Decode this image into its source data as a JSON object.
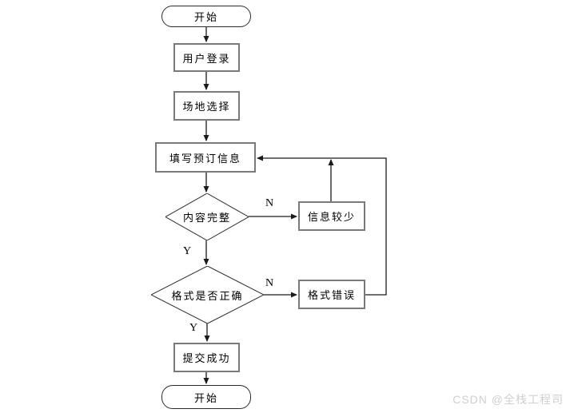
{
  "flowchart": {
    "nodes": {
      "start": {
        "shape": "terminator",
        "label": "开始"
      },
      "user_login": {
        "shape": "process",
        "label": "用户登录"
      },
      "venue_select": {
        "shape": "process",
        "label": "场地选择"
      },
      "fill_booking": {
        "shape": "process",
        "label": "填写预订信息"
      },
      "content_complete": {
        "shape": "decision",
        "label": "内容完整"
      },
      "info_insufficient": {
        "shape": "process",
        "label": "信息较少"
      },
      "format_correct": {
        "shape": "decision",
        "label": "格式是否正确"
      },
      "format_error": {
        "shape": "process",
        "label": "格式错误"
      },
      "submit_success": {
        "shape": "process",
        "label": "提交成功"
      },
      "end": {
        "shape": "terminator",
        "label": "开始"
      }
    },
    "edge_labels": {
      "content_complete_no": "N",
      "content_complete_yes": "Y",
      "format_correct_no": "N",
      "format_correct_yes": "Y"
    },
    "colors": {
      "line": "#1a1a1a",
      "node_border": "#7a7a7a",
      "terminator_border": "#2b2b2b",
      "text": "#000000",
      "background": "#ffffff"
    }
  },
  "watermark": {
    "text": "CSDN @全栈工程司",
    "color": "#cfcfcf"
  }
}
